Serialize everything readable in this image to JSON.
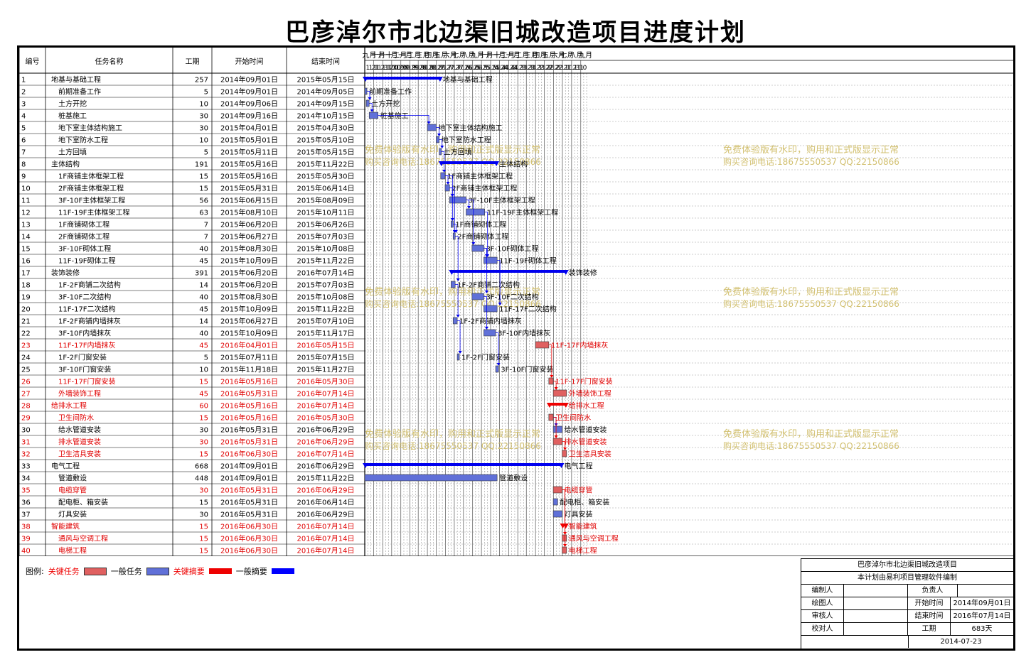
{
  "title": "巴彦淖尔市北边渠旧城改造项目进度计划",
  "table_headers": {
    "id": "编号",
    "name": "任务名称",
    "duration": "工期",
    "start": "开始时间",
    "end": "结束时间"
  },
  "timeline": {
    "months": [
      "九月",
      "十月",
      "十一月",
      "十二月",
      "一月",
      "二月",
      "三月",
      "四月",
      "五月",
      "六月",
      "七月",
      "八月",
      "九月",
      "十月",
      "十一月",
      "十二月",
      "一月",
      "二月",
      "三月",
      "四月",
      "五月",
      "六月",
      "七月",
      "八月",
      "九月"
    ],
    "days": [
      "1",
      "11",
      "21",
      "1",
      "11",
      "21",
      "31",
      "10",
      "20",
      "30",
      "10",
      "20",
      "30",
      "9",
      "19",
      "29",
      "9",
      "19",
      "28",
      "8",
      "18",
      "28",
      "8",
      "18",
      "28",
      "7",
      "17",
      "27",
      "7",
      "17",
      "27",
      "6",
      "16",
      "26",
      "6",
      "16",
      "26",
      "5",
      "15",
      "25",
      "5",
      "15",
      "25",
      "4",
      "14",
      "24",
      "4",
      "14",
      "24",
      "3",
      "13",
      "23",
      "3",
      "13",
      "23",
      "3",
      "13",
      "23",
      "2",
      "12",
      "22",
      "2",
      "12",
      "22",
      "1",
      "11",
      "21",
      "1",
      "11",
      "21",
      "31",
      "10"
    ],
    "start_date": "2014-09-01"
  },
  "chart_data": {
    "type": "gantt",
    "title": "巴彦淖尔市北边渠旧城改造项目进度计划",
    "tasks": [
      {
        "id": "1",
        "name": "地基与基础工程",
        "dur": "257",
        "start": "2014年09月01日",
        "end": "2015年05月15日",
        "kind": "summary",
        "crit": false,
        "indent": 0
      },
      {
        "id": "2",
        "name": "前期准备工作",
        "dur": "5",
        "start": "2014年09月01日",
        "end": "2014年09月05日",
        "kind": "task",
        "crit": false,
        "indent": 1
      },
      {
        "id": "3",
        "name": "土方开挖",
        "dur": "10",
        "start": "2014年09月06日",
        "end": "2014年09月15日",
        "kind": "task",
        "crit": false,
        "indent": 1
      },
      {
        "id": "4",
        "name": "桩基施工",
        "dur": "30",
        "start": "2014年09月16日",
        "end": "2014年10月15日",
        "kind": "task",
        "crit": false,
        "indent": 1
      },
      {
        "id": "5",
        "name": "地下室主体结构施工",
        "dur": "30",
        "start": "2015年04月01日",
        "end": "2015年04月30日",
        "kind": "task",
        "crit": false,
        "indent": 1
      },
      {
        "id": "6",
        "name": "地下室防水工程",
        "dur": "10",
        "start": "2015年05月01日",
        "end": "2015年05月10日",
        "kind": "task",
        "crit": false,
        "indent": 1
      },
      {
        "id": "7",
        "name": "土方回填",
        "dur": "5",
        "start": "2015年05月11日",
        "end": "2015年05月15日",
        "kind": "task",
        "crit": false,
        "indent": 1
      },
      {
        "id": "8",
        "name": "主体结构",
        "dur": "191",
        "start": "2015年05月16日",
        "end": "2015年11月22日",
        "kind": "summary",
        "crit": false,
        "indent": 0
      },
      {
        "id": "9",
        "name": "1F商铺主体框架工程",
        "dur": "15",
        "start": "2015年05月16日",
        "end": "2015年05月30日",
        "kind": "task",
        "crit": false,
        "indent": 1
      },
      {
        "id": "10",
        "name": "2F商铺主体框架工程",
        "dur": "15",
        "start": "2015年05月31日",
        "end": "2015年06月14日",
        "kind": "task",
        "crit": false,
        "indent": 1
      },
      {
        "id": "11",
        "name": "3F-10F主体框架工程",
        "dur": "56",
        "start": "2015年06月15日",
        "end": "2015年08月09日",
        "kind": "task",
        "crit": false,
        "indent": 1
      },
      {
        "id": "12",
        "name": "11F-19F主体框架工程",
        "dur": "63",
        "start": "2015年08月10日",
        "end": "2015年10月11日",
        "kind": "task",
        "crit": false,
        "indent": 1
      },
      {
        "id": "13",
        "name": "1F商铺砌体工程",
        "dur": "7",
        "start": "2015年06月20日",
        "end": "2015年06月26日",
        "kind": "task",
        "crit": false,
        "indent": 1
      },
      {
        "id": "14",
        "name": "2F商铺砌体工程",
        "dur": "7",
        "start": "2015年06月27日",
        "end": "2015年07月03日",
        "kind": "task",
        "crit": false,
        "indent": 1
      },
      {
        "id": "15",
        "name": "3F-10F砌体工程",
        "dur": "40",
        "start": "2015年08月30日",
        "end": "2015年10月08日",
        "kind": "task",
        "crit": false,
        "indent": 1
      },
      {
        "id": "16",
        "name": "11F-19F砌体工程",
        "dur": "45",
        "start": "2015年10月09日",
        "end": "2015年11月22日",
        "kind": "task",
        "crit": false,
        "indent": 1
      },
      {
        "id": "17",
        "name": "装饰装修",
        "dur": "391",
        "start": "2015年06月20日",
        "end": "2016年07月14日",
        "kind": "summary",
        "crit": false,
        "indent": 0
      },
      {
        "id": "18",
        "name": "1F-2F商铺二次结构",
        "dur": "14",
        "start": "2015年06月20日",
        "end": "2015年07月03日",
        "kind": "task",
        "crit": false,
        "indent": 1
      },
      {
        "id": "19",
        "name": "3F-10F二次结构",
        "dur": "40",
        "start": "2015年08月30日",
        "end": "2015年10月08日",
        "kind": "task",
        "crit": false,
        "indent": 1
      },
      {
        "id": "20",
        "name": "11F-17F二次结构",
        "dur": "45",
        "start": "2015年10月09日",
        "end": "2015年11月22日",
        "kind": "task",
        "crit": false,
        "indent": 1
      },
      {
        "id": "21",
        "name": "1F-2F商铺内墙抹灰",
        "dur": "14",
        "start": "2015年06月27日",
        "end": "2015年07月10日",
        "kind": "task",
        "crit": false,
        "indent": 1
      },
      {
        "id": "22",
        "name": "3F-10F内墙抹灰",
        "dur": "40",
        "start": "2015年10月09日",
        "end": "2015年11月17日",
        "kind": "task",
        "crit": false,
        "indent": 1
      },
      {
        "id": "23",
        "name": "11F-17F内墙抹灰",
        "dur": "45",
        "start": "2016年04月01日",
        "end": "2016年05月15日",
        "kind": "task",
        "crit": true,
        "indent": 1
      },
      {
        "id": "24",
        "name": "1F-2F门窗安装",
        "dur": "5",
        "start": "2015年07月11日",
        "end": "2015年07月15日",
        "kind": "task",
        "crit": false,
        "indent": 1
      },
      {
        "id": "25",
        "name": "3F-10F门窗安装",
        "dur": "10",
        "start": "2015年11月18日",
        "end": "2015年11月27日",
        "kind": "task",
        "crit": false,
        "indent": 1
      },
      {
        "id": "26",
        "name": "11F-17F门窗安装",
        "dur": "15",
        "start": "2016年05月16日",
        "end": "2016年05月30日",
        "kind": "task",
        "crit": true,
        "indent": 1
      },
      {
        "id": "27",
        "name": "外墙装饰工程",
        "dur": "45",
        "start": "2016年05月31日",
        "end": "2016年07月14日",
        "kind": "task",
        "crit": true,
        "indent": 1
      },
      {
        "id": "28",
        "name": "给排水工程",
        "dur": "60",
        "start": "2016年05月16日",
        "end": "2016年07月14日",
        "kind": "summary",
        "crit": true,
        "indent": 0
      },
      {
        "id": "29",
        "name": "卫生间防水",
        "dur": "15",
        "start": "2016年05月16日",
        "end": "2016年05月30日",
        "kind": "task",
        "crit": true,
        "indent": 1
      },
      {
        "id": "30",
        "name": "给水管道安装",
        "dur": "30",
        "start": "2016年05月31日",
        "end": "2016年06月29日",
        "kind": "task",
        "crit": false,
        "indent": 1
      },
      {
        "id": "31",
        "name": "排水管道安装",
        "dur": "30",
        "start": "2016年05月31日",
        "end": "2016年06月29日",
        "kind": "task",
        "crit": true,
        "indent": 1
      },
      {
        "id": "32",
        "name": "卫生洁具安装",
        "dur": "15",
        "start": "2016年06月30日",
        "end": "2016年07月14日",
        "kind": "task",
        "crit": true,
        "indent": 1
      },
      {
        "id": "33",
        "name": "电气工程",
        "dur": "668",
        "start": "2014年09月01日",
        "end": "2016年06月29日",
        "kind": "summary",
        "crit": false,
        "indent": 0
      },
      {
        "id": "34",
        "name": "管道敷设",
        "dur": "448",
        "start": "2014年09月01日",
        "end": "2015年11月22日",
        "kind": "task",
        "crit": false,
        "indent": 1
      },
      {
        "id": "35",
        "name": "电缆穿管",
        "dur": "30",
        "start": "2016年05月31日",
        "end": "2016年06月29日",
        "kind": "task",
        "crit": true,
        "indent": 1
      },
      {
        "id": "36",
        "name": "配电柜、箱安装",
        "dur": "15",
        "start": "2016年05月31日",
        "end": "2016年06月14日",
        "kind": "task",
        "crit": false,
        "indent": 1
      },
      {
        "id": "37",
        "name": "灯具安装",
        "dur": "30",
        "start": "2016年05月31日",
        "end": "2016年06月29日",
        "kind": "task",
        "crit": false,
        "indent": 1
      },
      {
        "id": "38",
        "name": "智能建筑",
        "dur": "15",
        "start": "2016年06月30日",
        "end": "2016年07月14日",
        "kind": "summary",
        "crit": true,
        "indent": 0
      },
      {
        "id": "39",
        "name": "通风与空调工程",
        "dur": "15",
        "start": "2016年06月30日",
        "end": "2016年07月14日",
        "kind": "task",
        "crit": true,
        "indent": 1
      },
      {
        "id": "40",
        "name": "电梯工程",
        "dur": "15",
        "start": "2016年06月30日",
        "end": "2016年07月14日",
        "kind": "task",
        "crit": true,
        "indent": 1
      }
    ],
    "colors": {
      "critical_task": "#e06060",
      "normal_task": "#6070d8",
      "critical_summary": "#ee0000",
      "normal_summary": "#0000ee",
      "link": "#0000ee",
      "link_critical": "#ee0000"
    }
  },
  "watermark": {
    "line1": "免费体验版有水印，购用和正式版显示正常",
    "line2": "购买咨询电话:18675550537 QQ:22150866",
    "color": "#d2c070"
  },
  "legend": {
    "label": "图例:",
    "items": [
      {
        "label": "关键任务",
        "style": "crit"
      },
      {
        "label": "一般任务",
        "style": "norm"
      },
      {
        "label": "关键摘要",
        "style": "sum-red"
      },
      {
        "label": "一般摘要",
        "style": "sum-blue"
      }
    ]
  },
  "info": {
    "project": "巴彦淖尔市北边渠旧城改造项目",
    "software": "本计划由易利项目管理软件编制",
    "labels": {
      "editor": "编制人",
      "drawer": "绘图人",
      "reviewer": "审核人",
      "checker": "校对人",
      "owner": "负责人",
      "start": "开始时间",
      "end": "结束时间",
      "duration": "工期"
    },
    "start": "2014年09月01日",
    "end": "2016年07月14日",
    "duration": "683天",
    "date": "2014-07-23"
  }
}
